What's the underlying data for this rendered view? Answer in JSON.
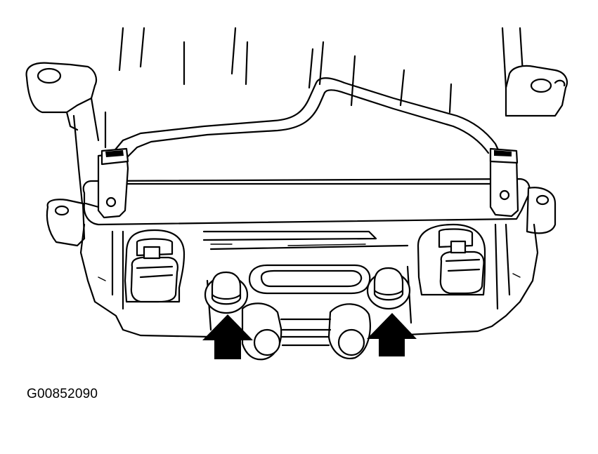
{
  "figure": {
    "code": "G00852090",
    "colors": {
      "line": "#000000",
      "background": "#ffffff"
    },
    "callouts": [
      {
        "name": "left-bolt",
        "icon": "arrow-up-icon"
      },
      {
        "name": "right-bolt",
        "icon": "arrow-up-icon"
      }
    ]
  }
}
